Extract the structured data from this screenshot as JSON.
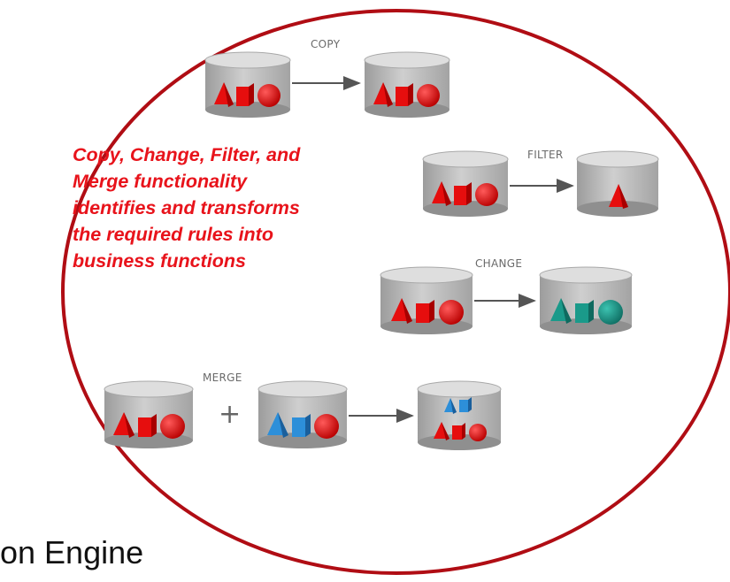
{
  "operations": {
    "copy": "COPY",
    "filter": "FILTER",
    "change": "CHANGE",
    "merge": "MERGE"
  },
  "plus_sign": "+",
  "caption_lines": [
    "Copy, Change, Filter, and",
    "Merge  functionality",
    "identifies and transforms",
    "the required rules into",
    "business functions"
  ],
  "footer_text": "on Engine",
  "colors": {
    "ellipse_border": "#b00d14",
    "caption": "#e8131b",
    "shape_red": "#e60e0e",
    "shape_teal": "#1a9a8a",
    "shape_blue": "#2d8fd9",
    "cylinder": "#b8b8b8"
  }
}
